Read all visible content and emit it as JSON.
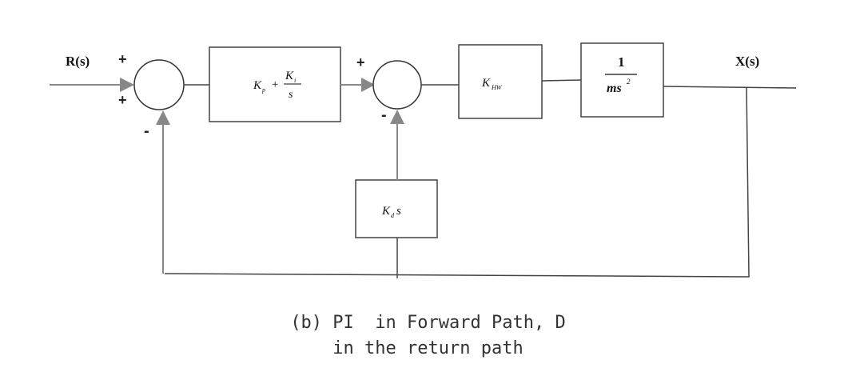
{
  "signals": {
    "input": "R(s)",
    "output": "X(s)"
  },
  "blocks": {
    "pi": {
      "kp_base": "K",
      "kp_sub": "p",
      "plus": "+",
      "ki_base": "K",
      "ki_sub": "i",
      "den": "s"
    },
    "hw": {
      "base": "K",
      "sub": "HW"
    },
    "plant": {
      "num": "1",
      "den_base": "ms",
      "den_sup": "2"
    },
    "derivative": {
      "base": "K",
      "sub": "d",
      "var": "s"
    }
  },
  "junction1": {
    "sign_top": "+",
    "sign_left": "+",
    "sign_bottom": "-"
  },
  "junction2": {
    "sign_top": "+",
    "sign_bottom": "-"
  },
  "caption": {
    "line1": "(b) PI  in Forward Path, D",
    "line2": "in the return path"
  }
}
